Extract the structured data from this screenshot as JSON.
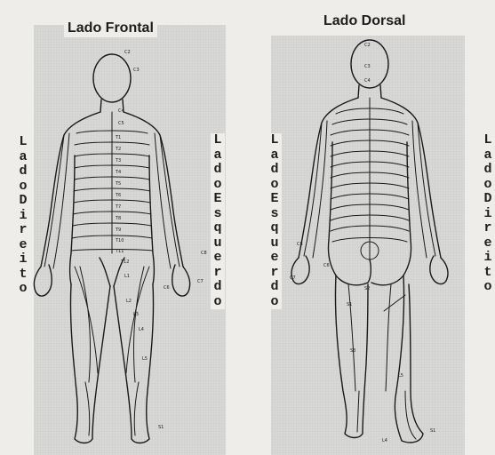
{
  "front": {
    "title": "Lado Frontal",
    "left_side_label": "Lado Direito",
    "right_side_label": "Lado Esquerdo",
    "segment_labels": [
      "C2",
      "C3",
      "C4",
      "C5",
      "T1",
      "T2",
      "T3",
      "T4",
      "T5",
      "T6",
      "T7",
      "T8",
      "T9",
      "T10",
      "T11",
      "T12",
      "L1",
      "L2",
      "L3",
      "L4",
      "L5",
      "S1",
      "C6",
      "C7",
      "C8"
    ]
  },
  "back": {
    "title": "Lado Dorsal",
    "left_side_label": "Lado Esquerdo",
    "right_side_label": "Lado Direito",
    "segment_labels": [
      "C2",
      "C3",
      "C4",
      "C8",
      "C6",
      "C7",
      "S1",
      "S2",
      "S3",
      "L4",
      "L5",
      "S1"
    ]
  }
}
